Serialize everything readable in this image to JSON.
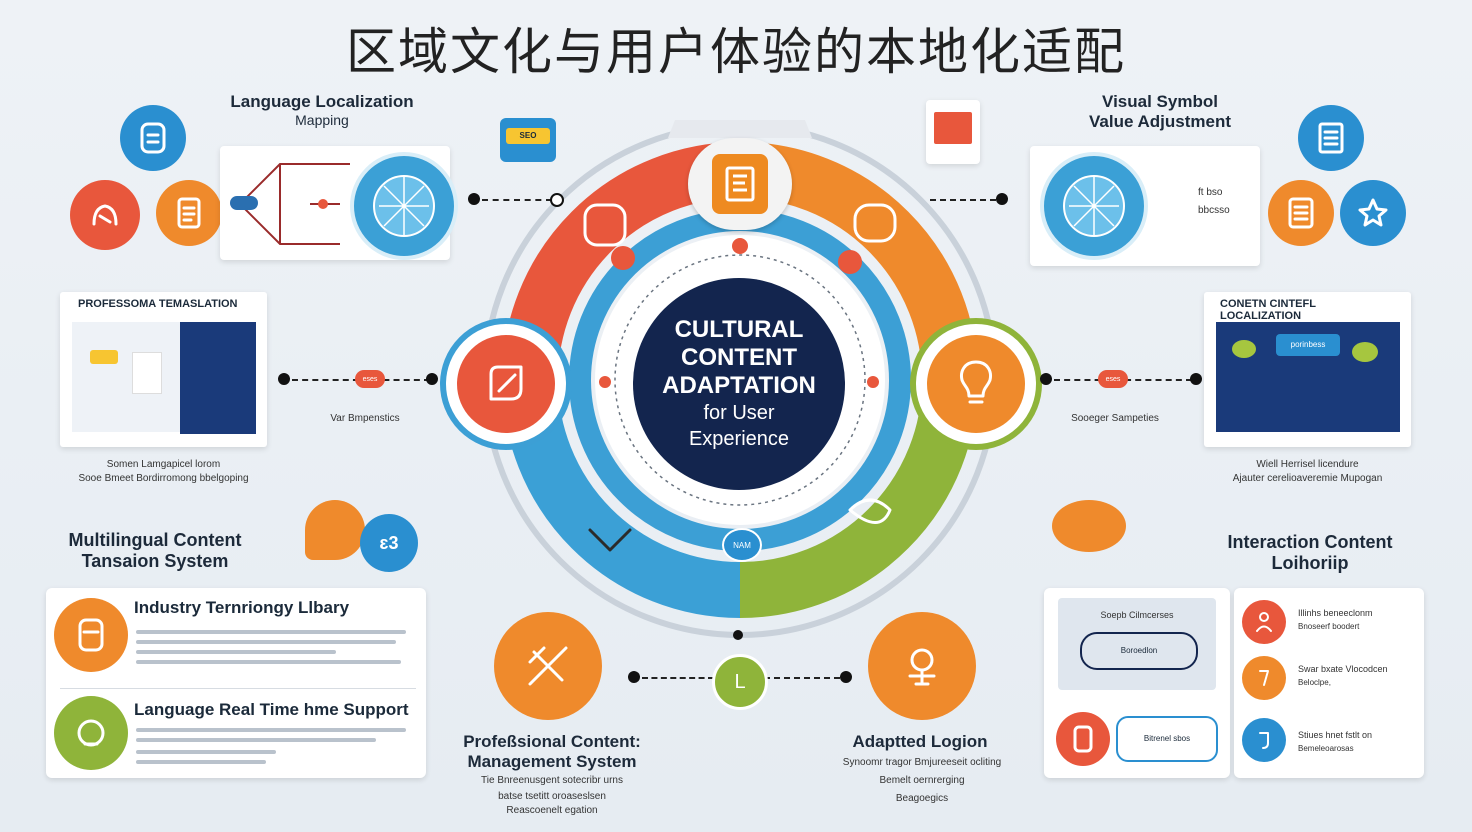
{
  "title": "区域文化与用户体验的本地化适配",
  "center": {
    "line1": "CULTURAL",
    "line2": "CONTENT",
    "line3": "ADAPTATION",
    "line4": "for User",
    "line5": "Experience",
    "bottom_badge": "NAM"
  },
  "top_left": {
    "label_line1": "Language Localization",
    "label_line2": "Mapping",
    "badge": "SEO"
  },
  "top_right": {
    "label_line1": "Visual Symbol",
    "label_line2": "Value Adjustment",
    "note1": "ft bso",
    "note2": "bbcsso"
  },
  "left_card": {
    "title": "PROFESSOMA TEMASLATION",
    "connector_badge": "eses",
    "connector_text": "Var Bmpenstics",
    "caption_line1": "Somen Lamgapicel lorom",
    "caption_line2": "Sooe Bmeet Bordirromong bbelgoping"
  },
  "right_card": {
    "title": "CONETN CINTEFL LOCALIZATION",
    "panel_label": "porinbess",
    "connector_badge": "eses",
    "connector_text": "Sooeger Sampeties",
    "caption_line1": "Wiell Herrisel licendure",
    "caption_line2": "Ajauter cerelioaveremie Mupogan"
  },
  "multilingual": {
    "line1": "Multilingual Content",
    "line2": "Tansaion System",
    "bubble": "ɛ3"
  },
  "interaction": {
    "line1": "Interaction Content",
    "line2": "Loihoriip"
  },
  "left_panel": {
    "item1_title": "Industry Ternriongy Llbary",
    "item2_title": "Language Real Time hme Support"
  },
  "bottom_center": {
    "badge": "L"
  },
  "bottom_left": {
    "line1": "Profeßsional Content:",
    "line2": "Management System",
    "desc1": "Tie Bnreenusgent sotecribr urns",
    "desc2": "batse tsetitt oroaseslsen",
    "desc3": "Reascoenelt egation"
  },
  "bottom_right": {
    "line1": "Adaptted Logion",
    "desc1": "Synoomr tragor Bmjureeseit ocliting",
    "desc2": "Bemelt oernrerging",
    "desc3": "Beagoegics"
  },
  "right_panel": {
    "box_title": "Soepb Cilmcerses",
    "pill1": "Boroedlon",
    "pill2": "Bitrenel sbos",
    "item1_title": "Illinhs beneeclonm",
    "item1_sub": "Bnoseerf boodert",
    "item2_title": "Swar bxate Vlocodcen",
    "item2_sub": "Beloclpe,",
    "item3_title": "Stiues hnet fstlt on",
    "item3_sub": "Bemeleoarosas"
  }
}
